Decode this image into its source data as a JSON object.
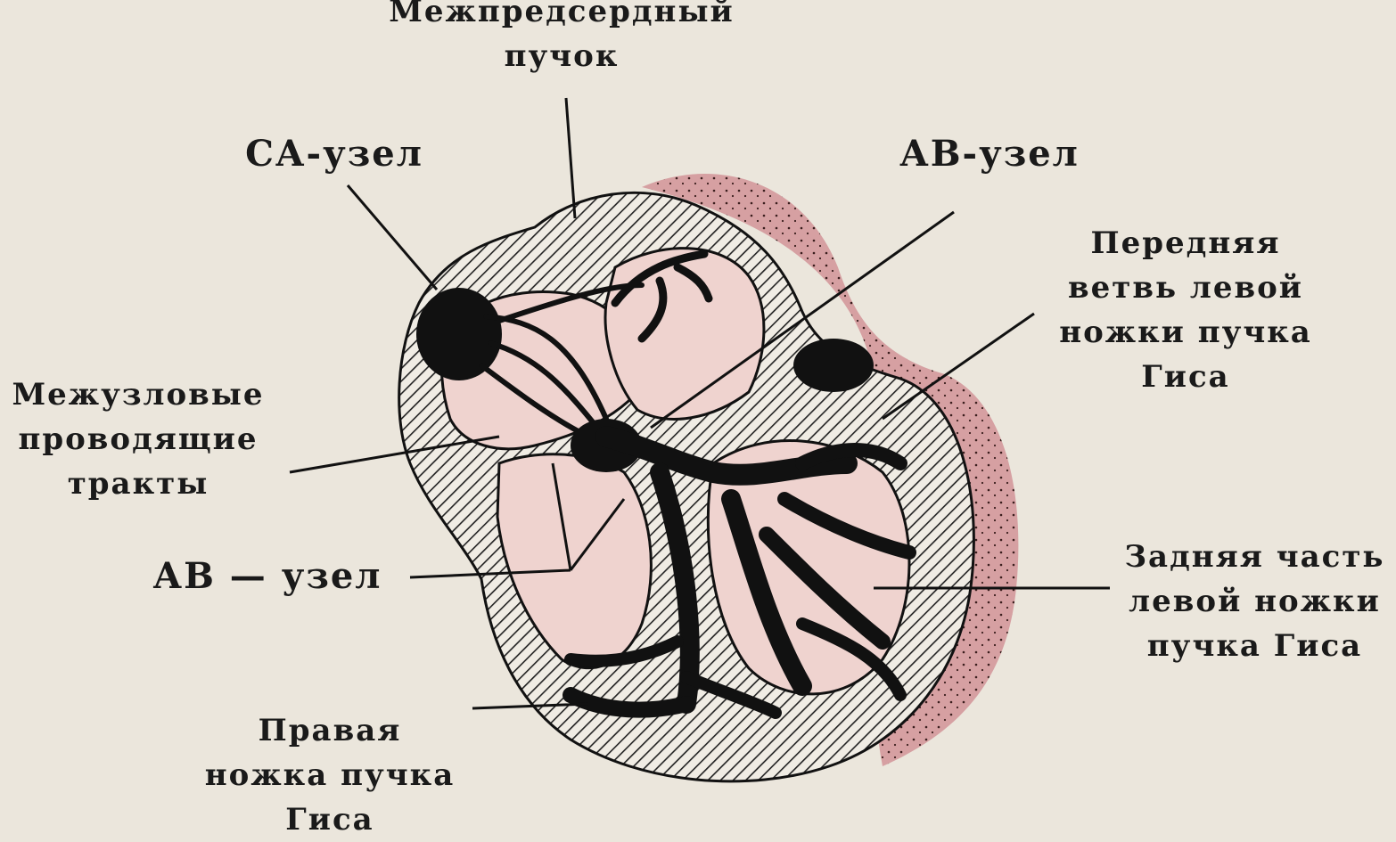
{
  "labels": {
    "interatrial_bundle": [
      "Межпредсердный",
      "пучок"
    ],
    "sa_node": [
      "СА-узел"
    ],
    "av_node_top": [
      "АВ-узел"
    ],
    "anterior_branch": [
      "Передняя",
      "ветвь левой",
      "ножки пучка",
      "Гиса"
    ],
    "internodal_tracts": [
      "Межузловые",
      "проводящие",
      "тракты"
    ],
    "av_node_left": [
      "АВ — узел"
    ],
    "posterior_part": [
      "Задняя часть",
      "левой ножки",
      "пучка Гиса"
    ],
    "right_branch": [
      "Правая",
      "ножка пучка",
      "Гиса"
    ]
  },
  "colors": {
    "background": "#ebe6dc",
    "chamber_fill": "#efd3cf",
    "pericardium_fill": "#d6a0a2",
    "conduction": "#111111",
    "hatch": "#222222"
  }
}
